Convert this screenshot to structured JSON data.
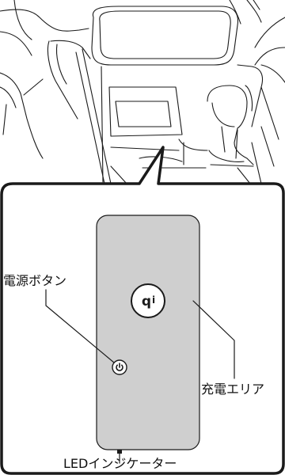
{
  "labels": {
    "power_button": "電源ボタン",
    "charging_area": "充電エリア",
    "led_indicator": "LEDインジケーター"
  },
  "icons": {
    "qi_logo": "qi-logo-icon",
    "power": "power-icon"
  },
  "colors": {
    "charger_fill": "#cfcfcf",
    "line": "#1a1a1a"
  }
}
